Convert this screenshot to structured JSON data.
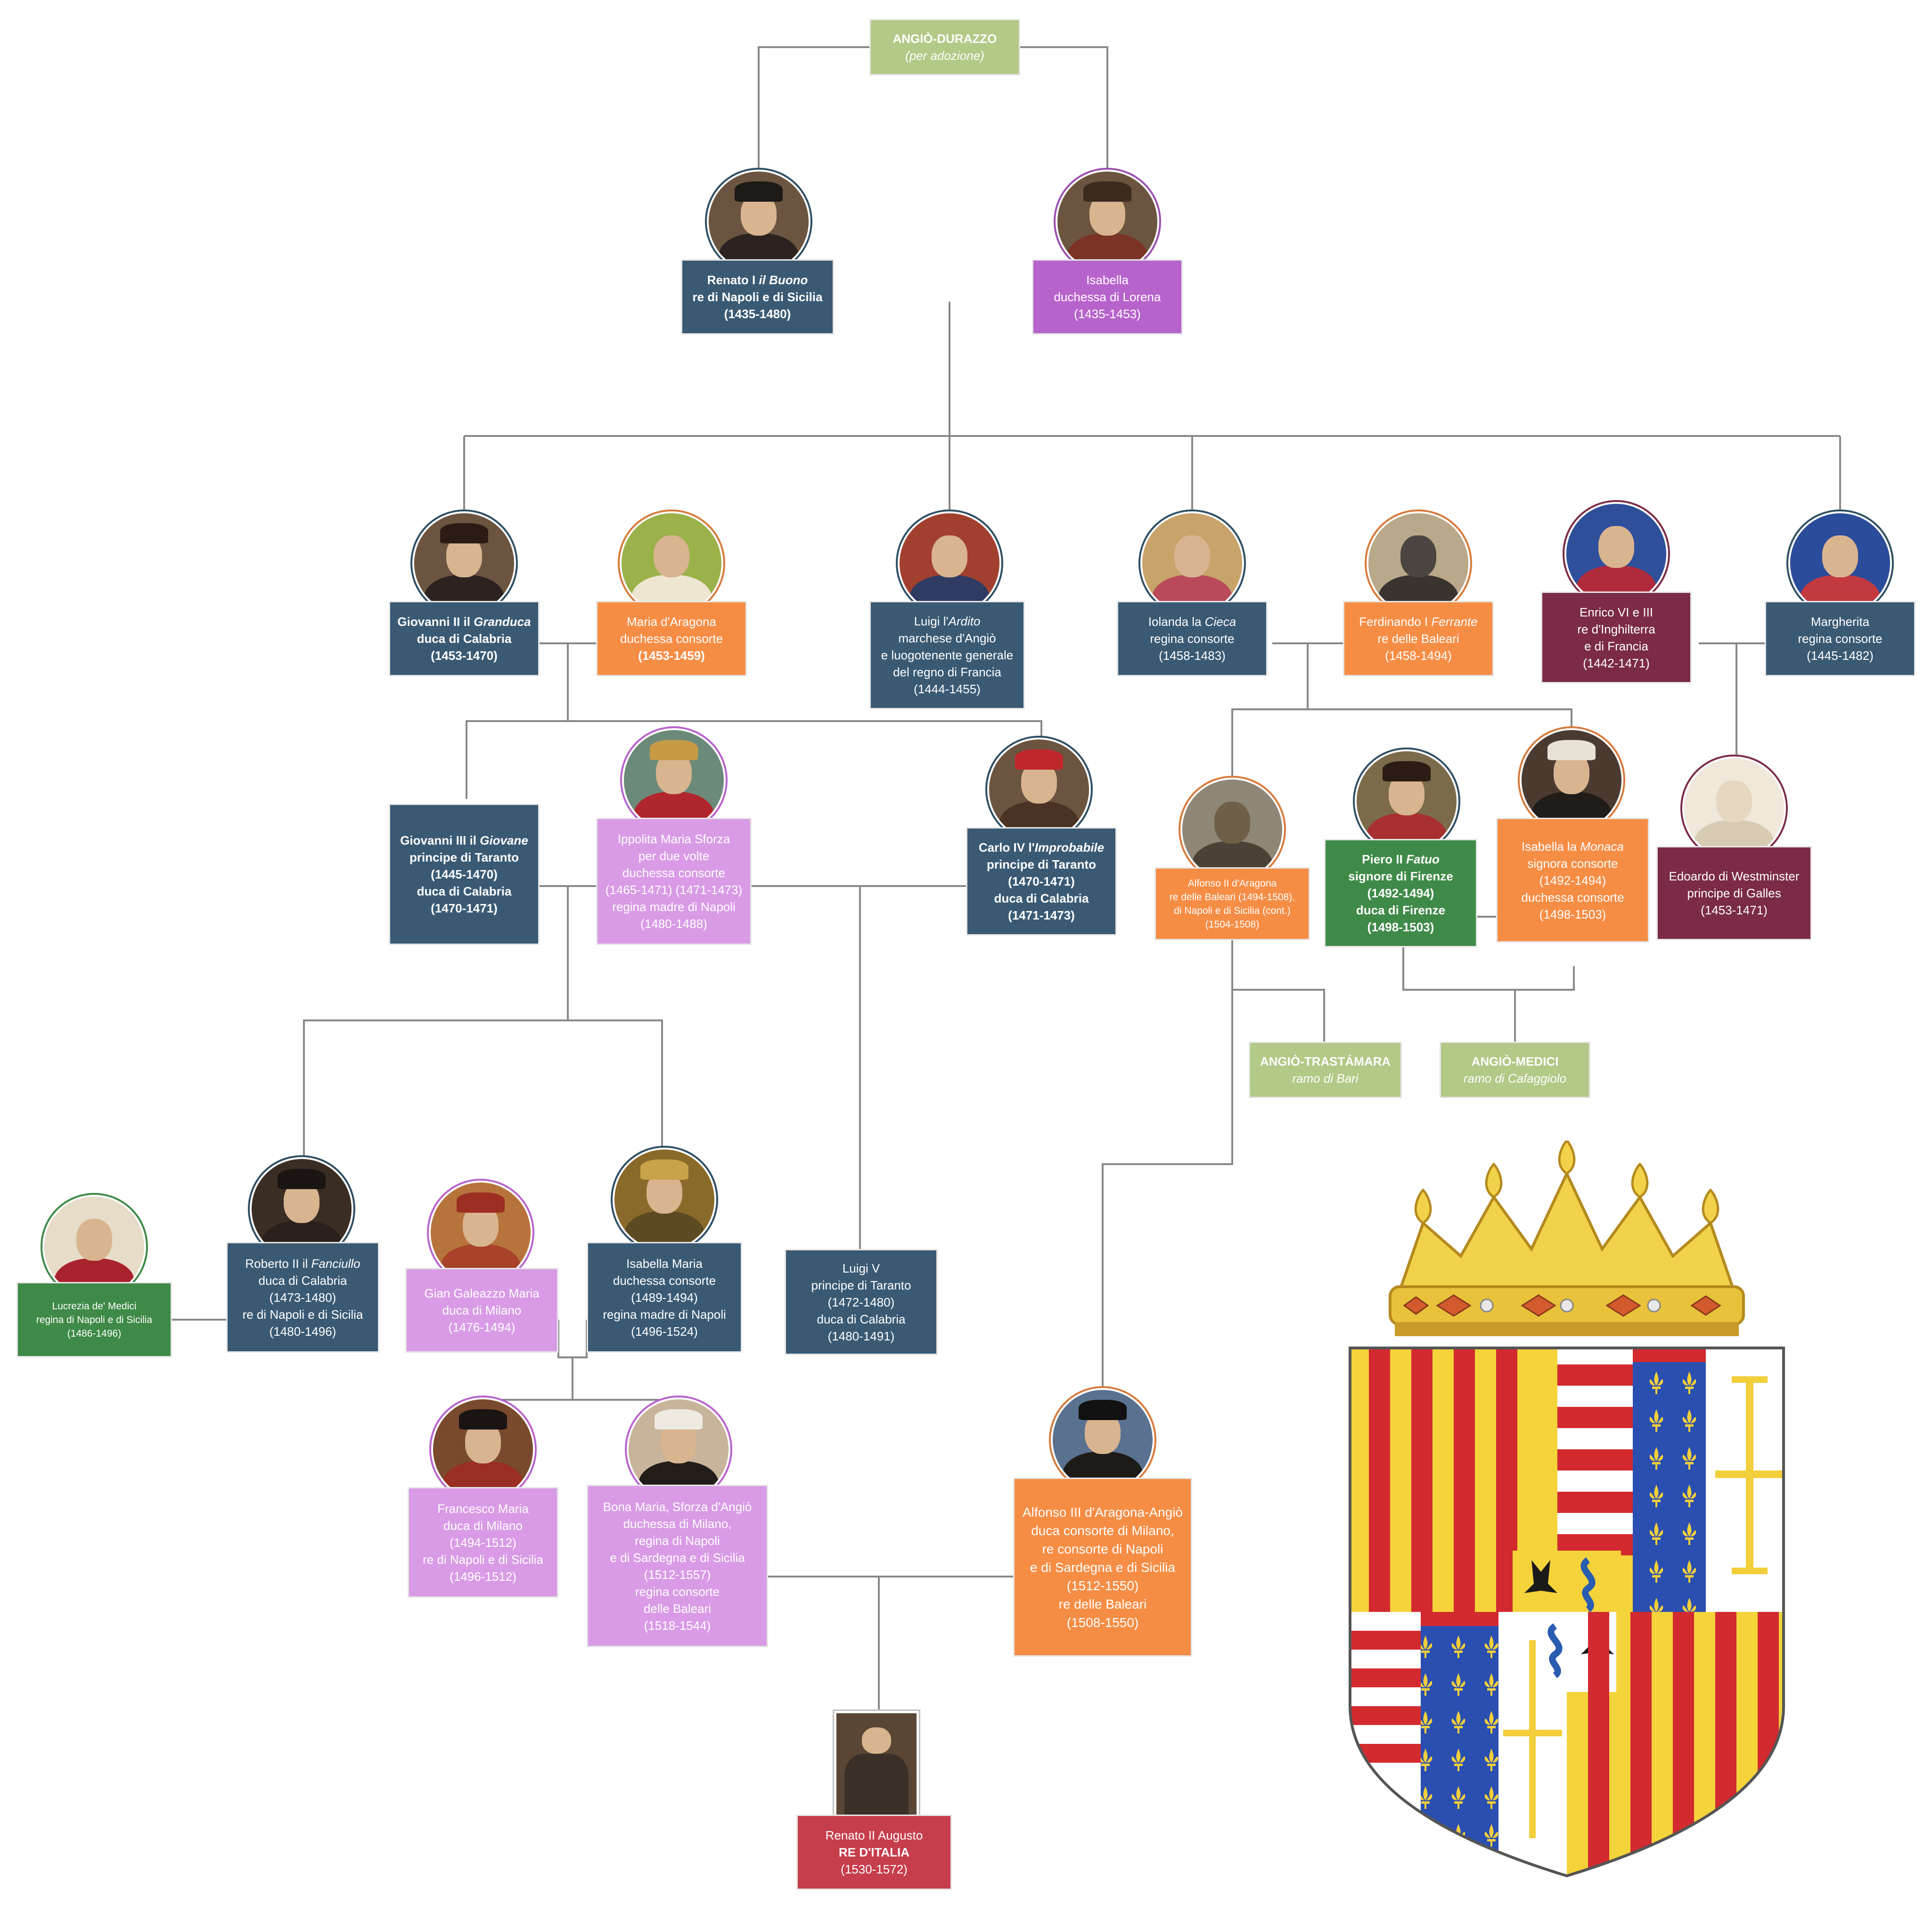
{
  "nodes": {
    "angio_durazzo": {
      "l1": "ANGIÒ-DURAZZO",
      "l2": "(per adozione)"
    },
    "renato_i": {
      "l1a": "Renato I ",
      "l1b": "il Buono",
      "l2": "re di Napoli e di Sicilia",
      "l3": "(1435-1480)"
    },
    "isabella_lorena": {
      "l1": "Isabella",
      "l2": "duchessa di Lorena",
      "l3": "(1435-1453)"
    },
    "giovanni_ii": {
      "l1a": "Giovanni II il ",
      "l1b": "Granduca",
      "l2": "duca di Calabria",
      "l3": "(1453-1470)"
    },
    "maria_aragona": {
      "l1": "Maria d'Aragona",
      "l2": "duchessa consorte",
      "l3": "(1453-1459)"
    },
    "luigi_ardito": {
      "l1a": "Luigi l'",
      "l1b": "Ardito",
      "l2": "marchese d'Angiò",
      "l3": "e luogotenente generale",
      "l4": "del regno di Francia",
      "l5": "(1444-1455)"
    },
    "iolanda": {
      "l1a": "Iolanda la ",
      "l1b": "Cieca",
      "l2": "regina consorte",
      "l3": "(1458-1483)"
    },
    "ferdinando_i": {
      "l1a": "Ferdinando I ",
      "l1b": "Ferrante",
      "l2": "re delle Baleari",
      "l3": "(1458-1494)"
    },
    "enrico_vi": {
      "l1": "Enrico VI e III",
      "l2": "re d'Inghilterra",
      "l3": "e di Francia",
      "l4": "(1442-1471)"
    },
    "margherita": {
      "l1": "Margherita",
      "l2": "regina consorte",
      "l3": "(1445-1482)"
    },
    "giovanni_iii": {
      "l1a": "Giovanni III il ",
      "l1b": "Giovane",
      "l2": "principe di Taranto",
      "l3": "(1445-1470)",
      "l4": "duca di Calabria",
      "l5": "(1470-1471)"
    },
    "ippolita": {
      "l1": "Ippolita Maria Sforza",
      "l2": "per due volte",
      "l3": "duchessa consorte",
      "l4": "(1465-1471) (1471-1473)",
      "l5": "regina madre di Napoli",
      "l6": "(1480-1488)"
    },
    "carlo_iv": {
      "l1a": "Carlo IV l'",
      "l1b": "Improbabile",
      "l2": "principe di Taranto",
      "l3": "(1470-1471)",
      "l4": "duca di Calabria",
      "l5": "(1471-1473)"
    },
    "alfonso_ii": {
      "l1": "Alfonso II d'Aragona",
      "l2": "re delle Baleari (1494-1508),",
      "l3": "di Napoli e di Sicilia (cont.)",
      "l4": "(1504-1508)"
    },
    "piero_ii": {
      "l1a": "Piero II ",
      "l1b": "Fatuo",
      "l2": "signore di Firenze",
      "l3": "(1492-1494)",
      "l4": "duca di Firenze",
      "l5": "(1498-1503)"
    },
    "isabella_monaca": {
      "l1a": "Isabella la ",
      "l1b": "Monaca",
      "l2": "signora consorte",
      "l3": "(1492-1494)",
      "l4": "duchessa consorte",
      "l5": "(1498-1503)"
    },
    "edoardo": {
      "l1": "Edoardo di Westminster",
      "l2": "principe di Galles",
      "l3": "(1453-1471)"
    },
    "angio_trastamara": {
      "l1": "ANGIÒ-TRASTÁMARA",
      "l2": "ramo di Bari"
    },
    "angio_medici": {
      "l1": "ANGIÒ-MEDICI",
      "l2": "ramo di Cafaggiolo"
    },
    "lucrezia": {
      "l1": "Lucrezia de' Medici",
      "l2": "regina di Napoli e di Sicilia",
      "l3": "(1486-1496)"
    },
    "roberto_ii": {
      "l1a": "Roberto II il ",
      "l1b": "Fanciullo",
      "l2": "duca di Calabria",
      "l3": "(1473-1480)",
      "l4": "re di Napoli e di Sicilia",
      "l5": "(1480-1496)"
    },
    "gian_galeazzo": {
      "l1": "Gian Galeazzo Maria",
      "l2": "duca di Milano",
      "l3": "(1476-1494)"
    },
    "isabella_maria": {
      "l1": "Isabella Maria",
      "l2": "duchessa consorte",
      "l3": "(1489-1494)",
      "l4": "regina madre di Napoli",
      "l5": "(1496-1524)"
    },
    "luigi_v": {
      "l1": "Luigi V",
      "l2": "principe di Taranto",
      "l3": "(1472-1480)",
      "l4": "duca di Calabria",
      "l5": "(1480-1491)"
    },
    "francesco_maria": {
      "l1": "Francesco Maria",
      "l2": "duca di Milano",
      "l3": "(1494-1512)",
      "l4": "re di Napoli e di Sicilia",
      "l5": "(1496-1512)"
    },
    "bona_maria": {
      "l1": "Bona Maria, Sforza d'Angiò",
      "l2": "duchessa di Milano,",
      "l3": "regina di Napoli",
      "l4": "e di Sardegna e di Sicilia",
      "l5": "(1512-1557)",
      "l6": "regina consorte",
      "l7": "delle Baleari",
      "l8": "(1518-1544)"
    },
    "alfonso_iii": {
      "l1": "Alfonso III d'Aragona-Angiò",
      "l2": "duca consorte di Milano,",
      "l3": "re consorte di Napoli",
      "l4": "e di Sardegna e di Sicilia",
      "l5": "(1512-1550)",
      "l6": "re delle Baleari",
      "l7": "(1508-1550)"
    },
    "renato_ii": {
      "l1": "Renato II Augusto",
      "l2": "RE D'ITALIA",
      "l3": "(1530-1572)"
    }
  },
  "colors": {
    "navy": "#3a5a74",
    "orange": "#f68d45",
    "purple": "#b763cc",
    "lilac": "#d99be6",
    "green": "#3f8a48",
    "maroon": "#7b2b47",
    "olive": "#b3c987",
    "red": "#c63d4c",
    "connector": "#888888"
  },
  "coat_of_arms": {
    "icon": "crowned-coat-of-arms"
  }
}
